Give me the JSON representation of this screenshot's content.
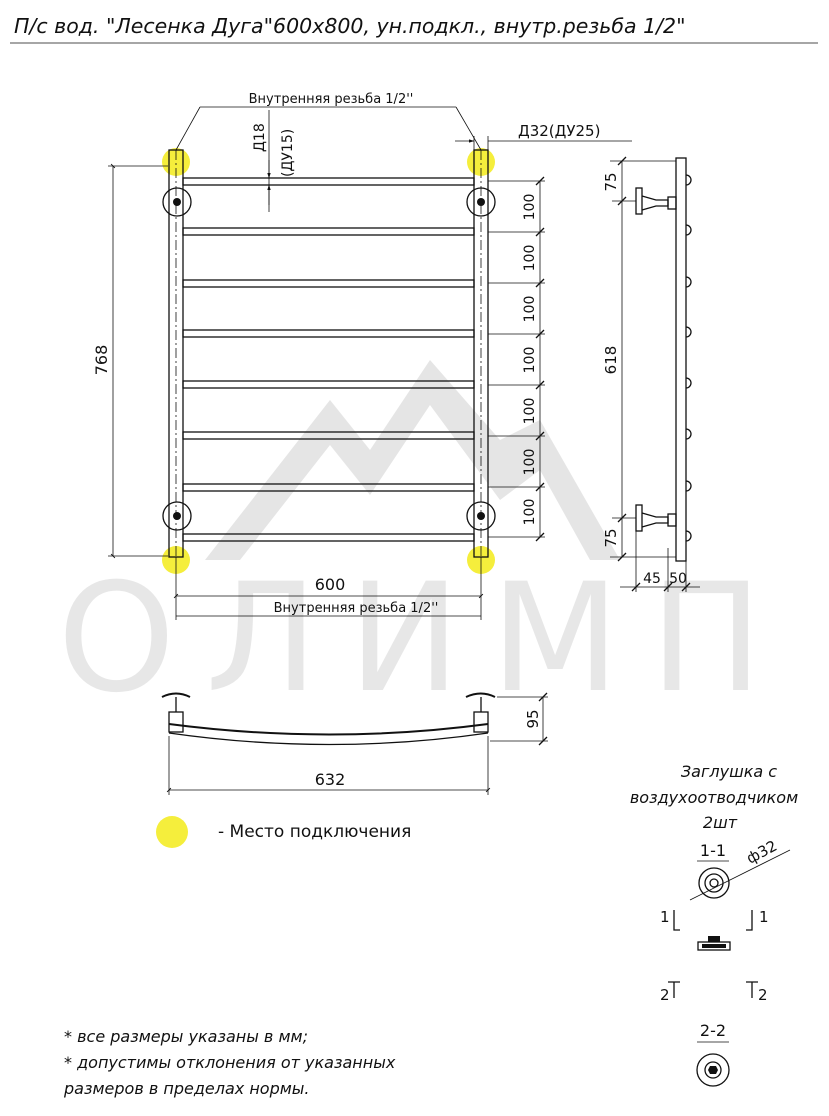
{
  "title": "П/с вод. \"Лесенка Дуга\"600х800, ун.подкл., внутр.резьба 1/2\"",
  "watermark": "ОЛИМП",
  "dimensions": {
    "thread_top": "Внутренняя резьба 1/2''",
    "d18": "Д18",
    "du15": "(ДУ15)",
    "d32": "Д32(ДУ25)",
    "height_total": "768",
    "step": "100",
    "width_axes": "600",
    "thread_bottom": "Внутренняя резьба 1/2''",
    "top_offset": "75",
    "center_span": "618",
    "bottom_offset": "75",
    "depth_1": "45",
    "depth_2": "50",
    "plan_depth": "95",
    "plan_width": "632"
  },
  "legend": {
    "connection": "- Место подключения"
  },
  "plug": {
    "title_line1": "Заглушка с",
    "title_line2": "воздухоотводчиком",
    "title_line3": "2шт",
    "section_11": "1-1",
    "diameter": "ф32",
    "mark_1_left": "1",
    "mark_1_right": "1",
    "mark_2_left": "2",
    "mark_2_right": "2",
    "section_22": "2-2"
  },
  "notes": [
    "* все размеры указаны в мм;",
    "* допустимы отклонения от указанных",
    "размеров в пределах нормы."
  ],
  "colors": {
    "connection_marker": "#f5ee3c",
    "watermark": "#d9d9d9",
    "line": "#111111"
  }
}
